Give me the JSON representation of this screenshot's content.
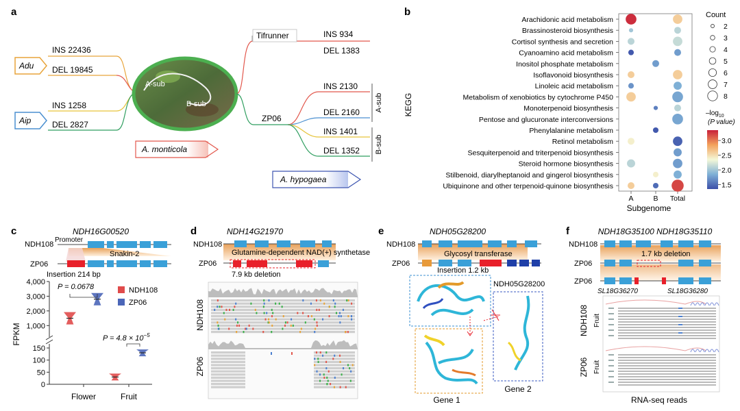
{
  "panels": {
    "a": {
      "label": "a",
      "adu": "Adu",
      "aip": "Aip",
      "adu_ins": "INS  22436",
      "adu_del": "DEL  19845",
      "aip_ins": "INS  1258",
      "aip_del": "DEL  2827",
      "photo_asub": "A-sub",
      "photo_bsub": "B-sub",
      "monticola": "A. monticola",
      "tifrunner": "Tifrunner",
      "tif_ins": "INS  934",
      "tif_del": "DEL  1383",
      "zp06": "ZP06",
      "a_ins": "INS  2130",
      "a_del": "DEL  2160",
      "b_ins": "INS  1401",
      "b_del": "DEL  1352",
      "asub": "A-sub",
      "bsub": "B-sub",
      "hypogaea": "A. hypogaea",
      "colors": {
        "orange": "#e8a43a",
        "blue": "#4a8fd0",
        "green": "#2f9e5f",
        "red": "#e2574c"
      }
    },
    "b": {
      "label": "b",
      "ylabel": "KEGG",
      "xlabel": "Subgenome",
      "count_title": "Count",
      "pval_title_1": "–log",
      "pval_title_sub": "10",
      "pval_title_2": "(P value)"
    },
    "c": {
      "label": "c",
      "title": "NDH16G00520",
      "ndh108": "NDH108",
      "zp06": "ZP06",
      "promoter": "Promoter",
      "snakin": "Snakin-2",
      "insertion": "Insertion 214 bp",
      "p1": "P = 0.0678",
      "p2_a": "P = 4.8 × 10",
      "p2_exp": "−5",
      "legend1": "NDH108",
      "legend2": "ZP06",
      "ylabel": "FPKM"
    },
    "d": {
      "label": "d",
      "title": "NDH14G21970",
      "ndh108": "NDH108",
      "zp06": "ZP06",
      "gene": "Glutamine-dependent NAD(+) synthetase",
      "deletion": "7.9 kb deletion",
      "track1": "NDH108",
      "track2": "ZP06"
    },
    "e": {
      "label": "e",
      "title": "NDH05G28200",
      "ndh108": "NDH108",
      "zp06": "ZP06",
      "gene": "Glycosyl transferase",
      "insertion": "Insertion 1.2 kb",
      "struct_label": "NDH05G28200",
      "gene1": "Gene 1",
      "gene2": "Gene 2"
    },
    "f": {
      "label": "f",
      "title": "NDH18G35100 NDH18G35110",
      "ndh108": "NDH108",
      "zp06a": "ZP06",
      "zp06b": "ZP06",
      "deletion": "1.7 kb deletion",
      "sl1": "SL18G36270",
      "sl2": "SL18G36280",
      "track1": "NDH108",
      "track2": "ZP06",
      "fruit1": "Fruit",
      "fruit2": "Fruit",
      "xlabel": "RNA-seq reads"
    }
  },
  "chart_data": [
    {
      "type": "scatter",
      "panel": "b",
      "xlabel": "Subgenome",
      "ylabel": "KEGG",
      "x_categories": [
        "A",
        "B",
        "Total"
      ],
      "y_categories": [
        "Arachidonic acid metabolism",
        "Brassinosteroid biosynthesis",
        "Cortisol synthesis and secretion",
        "Cyanoamino acid metabolism",
        "Inositol phosphate metabolism",
        "Isoflavonoid biosynthesis",
        "Linoleic acid metabolism",
        "Metabolism of xenobiotics by cytochrome P450",
        "Monoterpenoid biosynthesis",
        "Pentose and glucuronate interconversions",
        "Phenylalanine metabolism",
        "Retinol metabolism",
        "Sesquiterpenoid and triterpenoid biosynthesis",
        "Steroid hormone biosynthesis",
        "Stilbenoid, diarylheptanoid and gingerol biosynthesis",
        "Ubiquinone and other terpenoid-quinone biosynthesis"
      ],
      "points": [
        {
          "x": "A",
          "y": 0,
          "count": 7,
          "logp": 3.3
        },
        {
          "x": "Total",
          "y": 0,
          "count": 6,
          "logp": 2.6
        },
        {
          "x": "A",
          "y": 1,
          "count": 2,
          "logp": 2.0
        },
        {
          "x": "Total",
          "y": 1,
          "count": 4,
          "logp": 2.1
        },
        {
          "x": "A",
          "y": 2,
          "count": 4,
          "logp": 2.1
        },
        {
          "x": "Total",
          "y": 2,
          "count": 6,
          "logp": 2.15
        },
        {
          "x": "A",
          "y": 3,
          "count": 3,
          "logp": 1.4
        },
        {
          "x": "Total",
          "y": 3,
          "count": 4,
          "logp": 1.75
        },
        {
          "x": "B",
          "y": 4,
          "count": 4,
          "logp": 1.75
        },
        {
          "x": "A",
          "y": 5,
          "count": 4,
          "logp": 2.6
        },
        {
          "x": "Total",
          "y": 5,
          "count": 6,
          "logp": 2.6
        },
        {
          "x": "A",
          "y": 6,
          "count": 3,
          "logp": 1.7
        },
        {
          "x": "Total",
          "y": 6,
          "count": 5,
          "logp": 1.85
        },
        {
          "x": "A",
          "y": 7,
          "count": 6,
          "logp": 2.6
        },
        {
          "x": "Total",
          "y": 7,
          "count": 7,
          "logp": 1.8
        },
        {
          "x": "B",
          "y": 8,
          "count": 2,
          "logp": 1.6
        },
        {
          "x": "Total",
          "y": 8,
          "count": 4,
          "logp": 2.1
        },
        {
          "x": "Total",
          "y": 9,
          "count": 7,
          "logp": 1.8
        },
        {
          "x": "B",
          "y": 10,
          "count": 3,
          "logp": 1.4
        },
        {
          "x": "A",
          "y": 11,
          "count": 4,
          "logp": 2.4
        },
        {
          "x": "Total",
          "y": 11,
          "count": 6,
          "logp": 1.45
        },
        {
          "x": "Total",
          "y": 12,
          "count": 5,
          "logp": 1.75
        },
        {
          "x": "A",
          "y": 13,
          "count": 5,
          "logp": 2.1
        },
        {
          "x": "Total",
          "y": 13,
          "count": 6,
          "logp": 1.75
        },
        {
          "x": "B",
          "y": 14,
          "count": 3,
          "logp": 2.4
        },
        {
          "x": "Total",
          "y": 14,
          "count": 5,
          "logp": 1.85
        },
        {
          "x": "A",
          "y": 15,
          "count": 4,
          "logp": 2.6
        },
        {
          "x": "B",
          "y": 15,
          "count": 3,
          "logp": 1.5
        },
        {
          "x": "Total",
          "y": 15,
          "count": 8,
          "logp": 3.2
        }
      ],
      "size_legend": [
        2,
        3,
        4,
        5,
        6,
        7,
        8
      ],
      "color_ticks": [
        1.5,
        2.0,
        2.5,
        3.0
      ],
      "color_tick_labels": [
        "1.5",
        "2.0",
        "2.5",
        "3.0"
      ],
      "color_range": [
        1.35,
        3.35
      ]
    },
    {
      "type": "violin",
      "panel": "c",
      "xlabel": "",
      "ylabel": "FPKM",
      "categories": [
        "Flower",
        "Fruit"
      ],
      "series": [
        {
          "name": "NDH108",
          "color": "#e04b4b",
          "values": [
            1500,
            30
          ]
        },
        {
          "name": "ZP06",
          "color": "#4b66b8",
          "values": [
            2800,
            130
          ]
        }
      ],
      "y_upper_ticks": [
        1000,
        2000,
        3000,
        4000
      ],
      "y_upper_tick_labels": [
        "1,000",
        "2,000",
        "3,000",
        "4,000"
      ],
      "y_lower_ticks": [
        0,
        50,
        100,
        150
      ],
      "y_lower_tick_labels": [
        "0",
        "50",
        "100",
        "150"
      ]
    }
  ]
}
